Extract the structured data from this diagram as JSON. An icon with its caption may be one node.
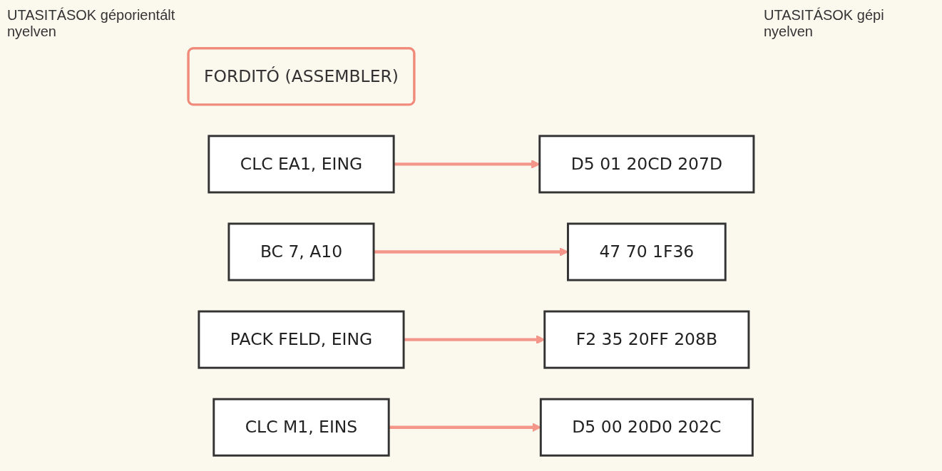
{
  "diagram": {
    "nodes": [
      {
        "text": [
          "FORDITÓ (ASSEMBLER)"
        ]
      },
      {
        "text": [
          "CLC EA1, EING"
        ]
      },
      {
        "text": [
          "D5 01 20CD 207D"
        ]
      },
      {
        "text": [
          "BC 7, A10"
        ]
      },
      {
        "text": [
          "47 70 1F36"
        ]
      },
      {
        "text": [
          "PACK FELD, EING"
        ]
      },
      {
        "text": [
          "F2 35 20FF 208B"
        ]
      },
      {
        "text": [
          "CLC M1, EINS"
        ]
      },
      {
        "text": [
          "D5 00 20D0 202C"
        ]
      }
    ],
    "edges": [
      {
        "from": 1,
        "to": 2,
        "arrow": "to"
      },
      {
        "from": 3,
        "to": 4,
        "arrow": "to"
      },
      {
        "from": 5,
        "to": 6,
        "arrow": "to"
      },
      {
        "from": 7,
        "to": 8,
        "arrow": "to"
      }
    ],
    "labels": [
      "UTASITÁSOK géporientált nyelven",
      "UTASITÁSOK gépi nyelven"
    ]
  }
}
